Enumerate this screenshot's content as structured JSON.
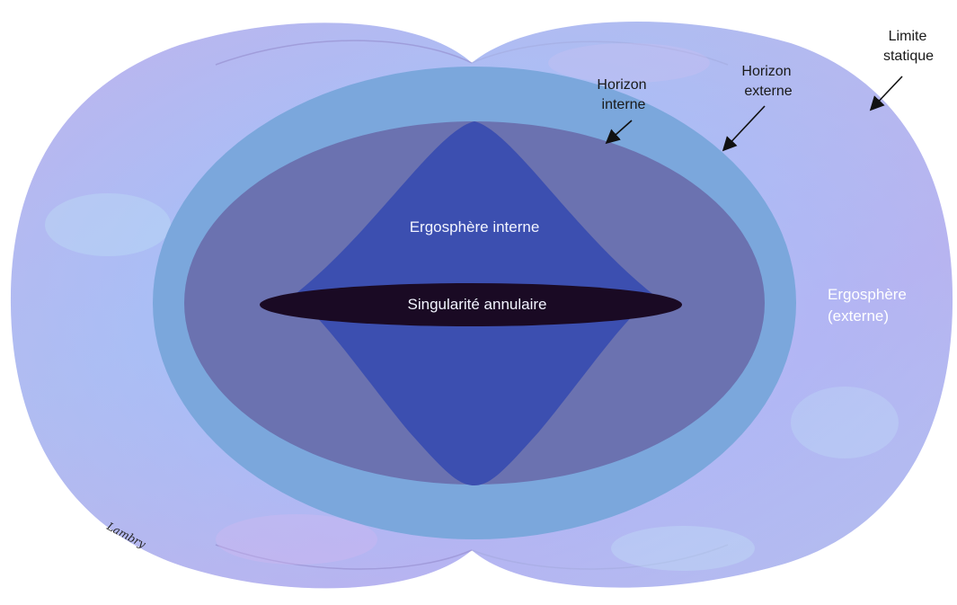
{
  "diagram": {
    "labels": {
      "inner_ergosphere": "Ergosphère interne",
      "ring_singularity": "Singularité annulaire",
      "inner_horizon_line1": "Horizon",
      "inner_horizon_line2": "interne",
      "outer_horizon_line1": "Horizon",
      "outer_horizon_line2": "externe",
      "static_limit_line1": "Limite",
      "static_limit_line2": "statique",
      "outer_ergosphere_line1": "Ergosphère",
      "outer_ergosphere_line2": "(externe)",
      "signature": "Lambry"
    },
    "colors": {
      "outer_ergosphere": "#a9b8f5",
      "outer_horizon": "#7ba7dc",
      "inner_horizon": "#6b72b0",
      "inner_ergosphere": "#3c4fb0",
      "ring_singularity": "#1a0a24"
    }
  }
}
